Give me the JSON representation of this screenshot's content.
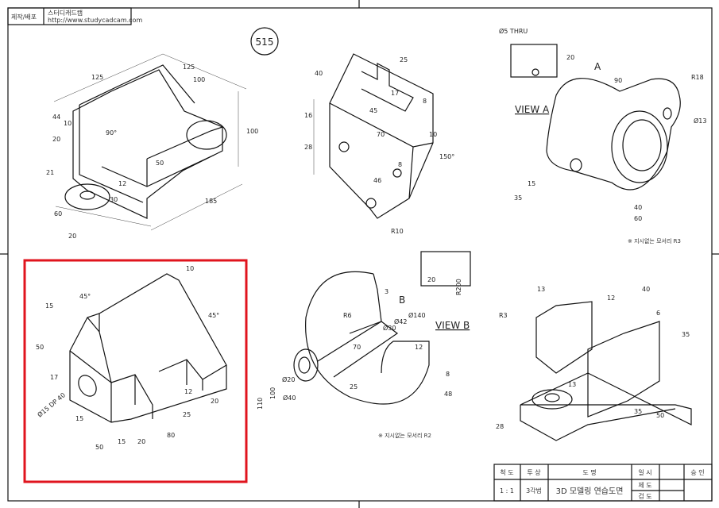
{
  "header": {
    "producer_label": "제작/배포",
    "producer_name": "스터디캐드캠",
    "producer_url": "http://www.studycadcam.com"
  },
  "sheet_number": "515",
  "highlight_color": "#e0141e",
  "drawings": {
    "part1": {
      "dims": [
        "125",
        "125",
        "100",
        "44",
        "10",
        "20",
        "90°",
        "100",
        "50",
        "12",
        "21",
        "30",
        "60",
        "20",
        "185"
      ]
    },
    "part2": {
      "dims": [
        "40",
        "25",
        "17",
        "8",
        "45",
        "16",
        "70",
        "28",
        "10",
        "150°",
        "8",
        "46",
        "R10"
      ]
    },
    "part3": {
      "dims": [
        "Ø5 THRU",
        "20",
        "A",
        "90",
        "R18",
        "Ø13",
        "15",
        "35",
        "40",
        "60"
      ],
      "view_label": "VIEW A",
      "note": "※ 지시없는 모서리 R3"
    },
    "part4": {
      "dims": [
        "10",
        "45°",
        "15",
        "45°",
        "50",
        "17",
        "Ø15 DP 40",
        "12",
        "20",
        "15",
        "25",
        "15",
        "20",
        "80",
        "50"
      ]
    },
    "part5": {
      "dims": [
        "3",
        "B",
        "R6",
        "Ø140",
        "Ø42",
        "Ø30",
        "70",
        "12",
        "Ø20",
        "Ø40",
        "25",
        "8",
        "48",
        "110",
        "100",
        "20",
        "R200"
      ],
      "view_label": "VIEW B",
      "note": "※ 지시없는 모서리 R2"
    },
    "part6": {
      "dims": [
        "40",
        "13",
        "12",
        "6",
        "R3",
        "35",
        "13",
        "35",
        "50",
        "28"
      ]
    }
  },
  "title_block": {
    "scale_label": "척 도",
    "projection_label": "투 상",
    "name_label": "도 명",
    "date_label": "일 시",
    "approve_label": "승 인",
    "scale": "1 : 1",
    "projection": "3각법",
    "name": "3D 모델링 연습도면",
    "drawn_label": "제 도",
    "checked_label": "검 도"
  }
}
